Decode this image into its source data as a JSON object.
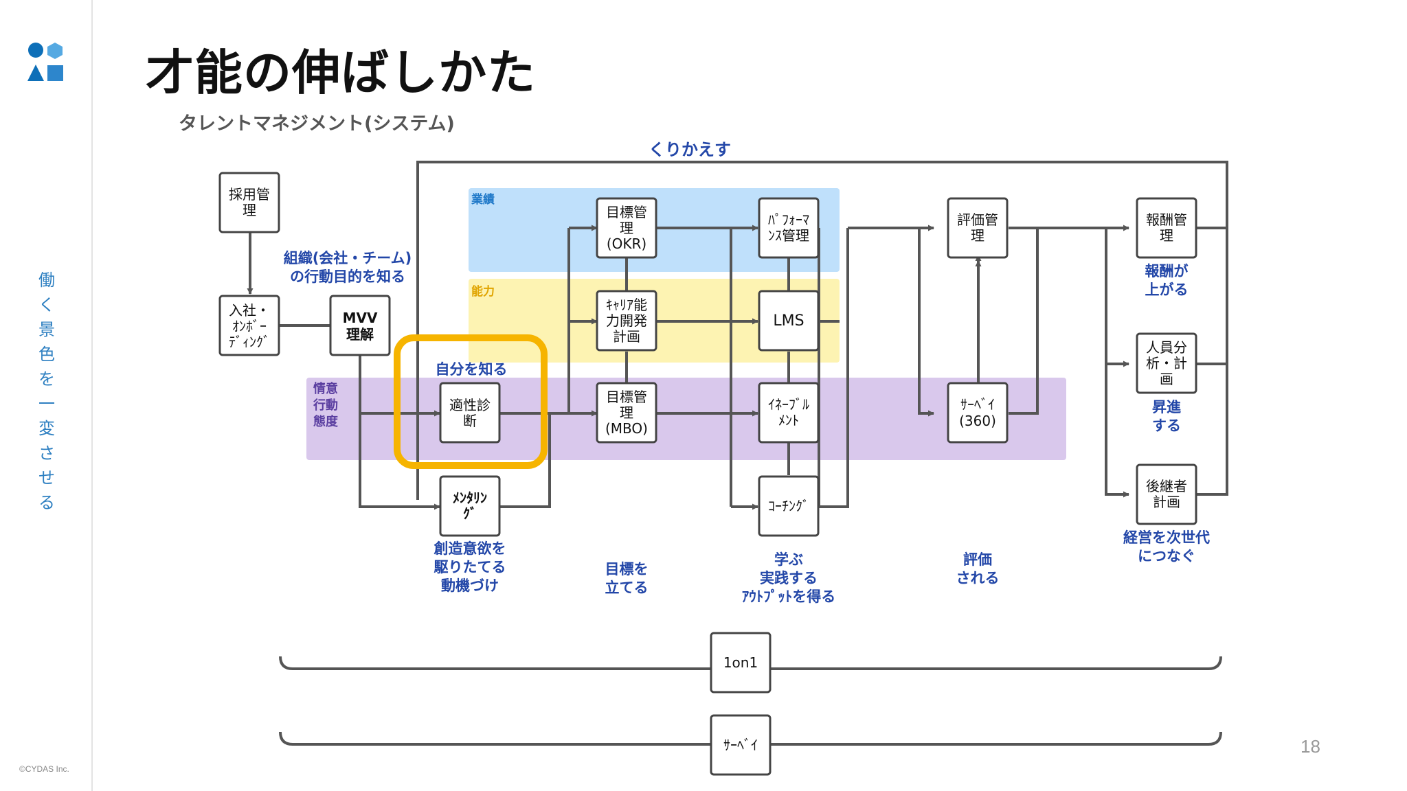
{
  "sidebar": {
    "vertical_tagline": [
      "働",
      "く",
      "景",
      "色",
      "を",
      "一",
      "変",
      "さ",
      "せ",
      "る"
    ],
    "copyright": "©CYDAS Inc."
  },
  "slide": {
    "title": "才能の伸ばしかた",
    "subtitle": "タレントマネジメント(システム)",
    "page_number": "18"
  },
  "diagram": {
    "loop_label": "くりかえす",
    "bands": {
      "performance": "業績",
      "ability": "能力",
      "attitude": [
        "情意",
        "行動",
        "態度"
      ]
    },
    "nodes": {
      "recruit": [
        "採用管",
        "理"
      ],
      "onboard": [
        "入社・",
        "ｵﾝﾎﾞｰ",
        "ﾃﾞｨﾝｸﾞ"
      ],
      "mvv": [
        "MVV",
        "理解"
      ],
      "aptitude": [
        "適性診",
        "断"
      ],
      "mentoring": [
        "ﾒﾝﾀﾘﾝ",
        "ｸﾞ"
      ],
      "okr": [
        "目標管",
        "理",
        "(OKR)"
      ],
      "career": [
        "ｷｬﾘｱ能",
        "力開発",
        "計画"
      ],
      "mbo": [
        "目標管",
        "理",
        "(MBO)"
      ],
      "perf_mgmt": [
        "ﾊﾟﾌｫｰﾏ",
        "ﾝｽ管理"
      ],
      "lms": [
        "LMS"
      ],
      "enablement": [
        "ｲﾈｰﾌﾞﾙ",
        "ﾒﾝﾄ"
      ],
      "coaching": [
        "ｺｰﾁﾝｸﾞ"
      ],
      "evaluation": [
        "評価管",
        "理"
      ],
      "survey360": [
        "ｻｰﾍﾞｲ",
        "(360)"
      ],
      "reward": [
        "報酬管",
        "理"
      ],
      "workforce": [
        "人員分",
        "析・計",
        "画"
      ],
      "succession": [
        "後継者",
        "計画"
      ],
      "one_on_one": [
        "1on1"
      ],
      "survey": [
        "ｻｰﾍﾞｲ"
      ]
    },
    "captions": {
      "org_purpose": [
        "組織(会社・チーム)",
        "の行動目的を知る"
      ],
      "know_self": [
        "自分を知る"
      ],
      "motivate": [
        "創造意欲を",
        "駆りたてる",
        "動機づけ"
      ],
      "set_goals": [
        "目標を",
        "立てる"
      ],
      "learn": [
        "学ぶ",
        "実践する",
        "ｱｳﾄﾌﾟｯﾄを得る"
      ],
      "evaluated": [
        "評価",
        "される"
      ],
      "pay_up": [
        "報酬が",
        "上がる"
      ],
      "promote": [
        "昇進",
        "する"
      ],
      "next_gen": [
        "経営を次世代",
        "につなぐ"
      ]
    },
    "colors": {
      "performance_band": "#bfe0fb",
      "ability_band": "#fdf3b2",
      "attitude_band": "#d9c8ec",
      "highlight": "#f6b400",
      "caption_blue": "#2347a8",
      "line": "#555555"
    }
  }
}
